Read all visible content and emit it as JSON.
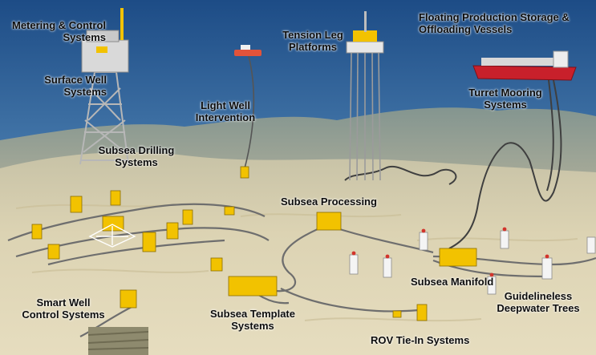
{
  "labels": {
    "metering_control": "Metering & Control\nSystems",
    "surface_well": "Surface Well\nSystems",
    "subsea_drilling": "Subsea Drilling\nSystems",
    "light_well": "Light Well\nIntervention",
    "tension_leg": "Tension Leg\nPlatforms",
    "fpso": "Floating Production Storage &\nOffloading Vessels",
    "turret_mooring": "Turret Mooring\nSystems",
    "subsea_processing": "Subsea Processing",
    "subsea_manifold": "Subsea Manifold",
    "guidelineless_trees": "Guidelineless\nDeepwater Trees",
    "smart_well": "Smart Well\nControl Systems",
    "subsea_template": "Subsea Template\nSystems",
    "rov_tiein": "ROV Tie-In Systems"
  },
  "colors": {
    "sea_top": "#1f4f8a",
    "sea_bottom": "#8fb6cf",
    "seabed": "#d9cfae",
    "equipment": "#f2c200",
    "pipeline": "#6e6e6e",
    "vessel_hull": "#c8202b"
  }
}
